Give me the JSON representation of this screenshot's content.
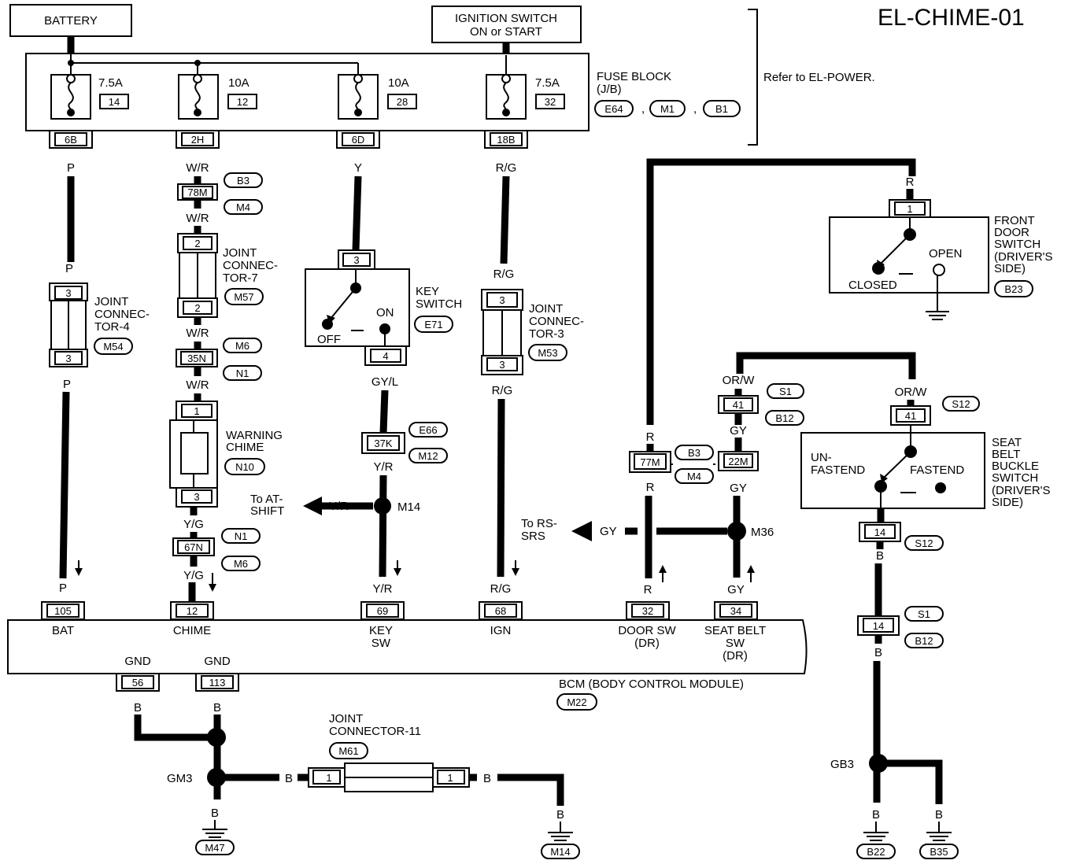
{
  "title": "EL-CHIME-01",
  "battery": "BATTERY",
  "ignition": [
    "IGNITION SWITCH",
    "ON or START"
  ],
  "fuse_block": {
    "label": [
      "FUSE BLOCK",
      "(J/B)"
    ],
    "connectors": [
      "E64",
      "M1",
      "B1"
    ],
    "ref": "Refer to EL-POWER.",
    "fuses": [
      {
        "amp": "7.5A",
        "num": "14",
        "out": "6B"
      },
      {
        "amp": "10A",
        "num": "12",
        "out": "2H"
      },
      {
        "amp": "10A",
        "num": "28",
        "out": "6D"
      },
      {
        "amp": "7.5A",
        "num": "32",
        "out": "18B"
      }
    ]
  },
  "wires": {
    "P": "P",
    "WR": "W/R",
    "Y": "Y",
    "RG": "R/G",
    "R": "R",
    "GYL": "GY/L",
    "YR": "Y/R",
    "YG": "Y/G",
    "GY": "GY",
    "ORW": "OR/W",
    "B": "B"
  },
  "connectors": {
    "c78M": "78M",
    "B3": "B3",
    "M4": "M4",
    "c35N": "35N",
    "M6": "M6",
    "N1": "N1",
    "c67N": "67N",
    "c37K": "37K",
    "E66": "E66",
    "M12": "M12",
    "c77M": "77M",
    "c22M": "22M",
    "S1": "S1",
    "B12": "B12",
    "S12": "S12",
    "M57": "M57",
    "M54": "M54",
    "M53": "M53",
    "E71": "E71",
    "N10": "N10",
    "B23": "B23",
    "M22": "M22",
    "M61": "M61",
    "M47": "M47",
    "M14": "M14",
    "B22": "B22",
    "B35": "B35"
  },
  "pins": {
    "p3": "3",
    "p2": "2",
    "p1": "1",
    "p4": "4",
    "p41": "41",
    "p14": "14",
    "p105": "105",
    "p12": "12",
    "p69": "69",
    "p68": "68",
    "p32": "32",
    "p34": "34",
    "p56": "56",
    "p113": "113"
  },
  "components": {
    "jc7": [
      "JOINT",
      "CONNEC-",
      "TOR-7"
    ],
    "jc4": [
      "JOINT",
      "CONNEC-",
      "TOR-4"
    ],
    "jc3": [
      "JOINT",
      "CONNEC-",
      "TOR-3"
    ],
    "jc11": [
      "JOINT",
      "CONNECTOR-11"
    ],
    "key_switch": [
      "KEY",
      "SWITCH"
    ],
    "off": "OFF",
    "on": "ON",
    "chime": [
      "WARNING",
      "CHIME"
    ],
    "door_switch": [
      "FRONT",
      "DOOR",
      "SWITCH",
      "(DRIVER'S",
      "SIDE)"
    ],
    "open": "OPEN",
    "closed": "CLOSED",
    "seat_belt": [
      "SEAT",
      "BELT",
      "BUCKLE",
      "SWITCH",
      "(DRIVER'S",
      "SIDE)"
    ],
    "unfasten": [
      "UN-",
      "FASTEND"
    ],
    "fastend": "FASTEND",
    "to_at": [
      "To AT-",
      "SHIFT"
    ],
    "to_rs": [
      "To RS-",
      "SRS"
    ],
    "m14_junction": "M14",
    "m36_junction": "M36",
    "gm3": "GM3",
    "gb3": "GB3"
  },
  "bcm": {
    "label": "BCM (BODY CONTROL MODULE)",
    "terminals": [
      "BAT",
      "CHIME",
      "KEY",
      "SW",
      "IGN",
      "DOOR SW",
      "(DR)",
      "SEAT BELT",
      "SW",
      "(DR)"
    ],
    "gnd": "GND"
  }
}
